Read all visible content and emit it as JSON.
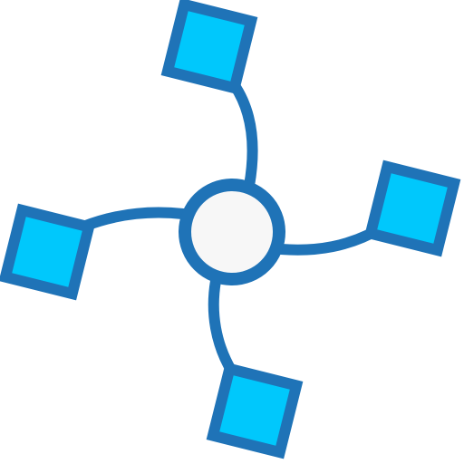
{
  "icon": {
    "name": "network-hub-icon",
    "colors": {
      "stroke": "#1f73b7",
      "node_fill": "#00c8fc",
      "hub_fill": "#f7f7f7",
      "background": "#ffffff"
    },
    "hub": {
      "shape": "circle"
    },
    "nodes": [
      {
        "position": "top",
        "shape": "rotated-square"
      },
      {
        "position": "right",
        "shape": "rotated-square"
      },
      {
        "position": "bottom",
        "shape": "rotated-square"
      },
      {
        "position": "left",
        "shape": "rotated-square"
      }
    ]
  }
}
